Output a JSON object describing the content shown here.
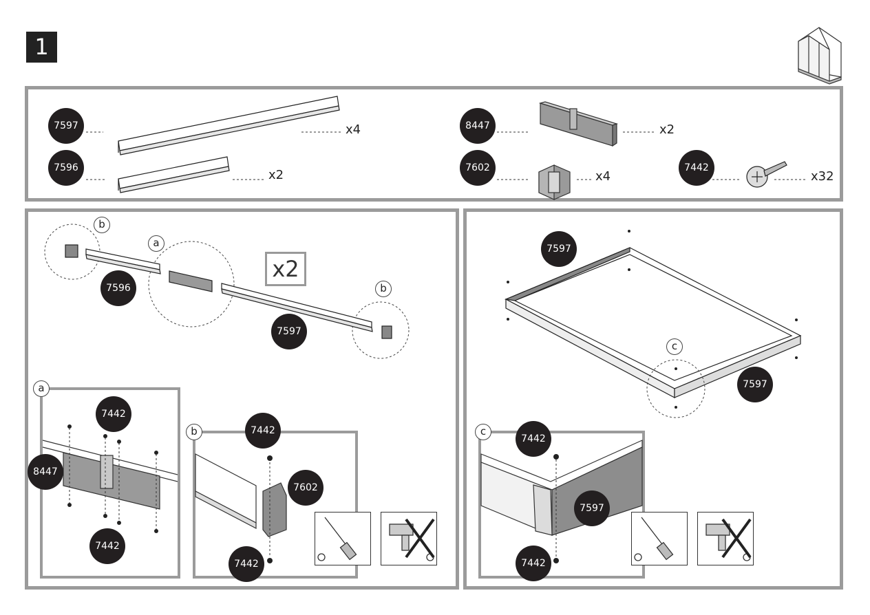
{
  "step": {
    "number": "1"
  },
  "parts": [
    {
      "code": "7597",
      "qty": "x4"
    },
    {
      "code": "7596",
      "qty": "x2"
    },
    {
      "code": "8447",
      "qty": "x2"
    },
    {
      "code": "7602",
      "qty": "x4"
    },
    {
      "code": "7442",
      "qty": "x32"
    }
  ],
  "left_panel": {
    "callout_b": "b",
    "callout_a": "a",
    "repeat": "x2",
    "part_7596": "7596",
    "part_7597": "7597",
    "callout_b2": "b"
  },
  "detail_a": {
    "letter": "a",
    "screw_top": "7442",
    "bracket": "8447",
    "screw_bottom": "7442"
  },
  "detail_b": {
    "letter": "b",
    "screw_top": "7442",
    "corner": "7602",
    "screw_bottom": "7442"
  },
  "right_panel": {
    "part_top": "7597",
    "part_right": "7597",
    "callout_c": "c"
  },
  "detail_c": {
    "letter": "c",
    "screw_top": "7442",
    "rail": "7597",
    "screw_bottom": "7442"
  },
  "tools": {
    "allowed": "screwdriver-icon",
    "not_allowed": "power-drill-icon"
  }
}
